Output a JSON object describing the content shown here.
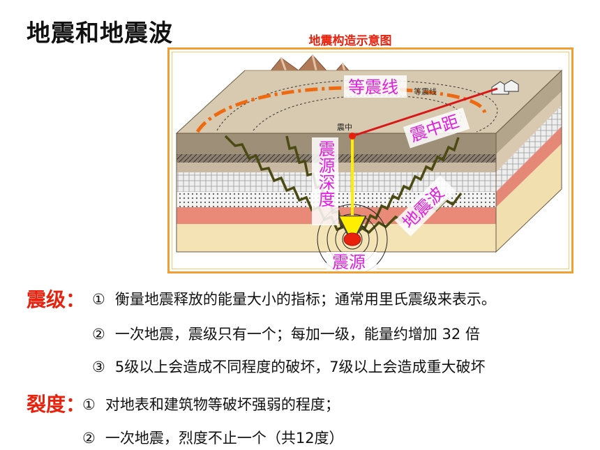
{
  "title": "地震和地震波",
  "diagram": {
    "caption": "地震构造示意图",
    "labels": {
      "isoseismal": "等震线",
      "isoseismal_small": "等震线",
      "epicenter_small": "震中",
      "epicentral_distance": "震中距",
      "focal_depth": "震源深度",
      "seismic_wave": "地震波",
      "focus": "震源"
    },
    "colors": {
      "label": "#e020e0",
      "arrow": "#ffee00",
      "focus": "#e8200c",
      "isoseismal_line": "#ee6a10",
      "distance_line": "#d81818"
    }
  },
  "magnitude": {
    "label": "震级：",
    "items": [
      {
        "num": "①",
        "text": "衡量地震释放的能量大小的指标；通常用里氏震级来表示。"
      },
      {
        "num": "②",
        "text": "一次地震，震级只有一个；每加一级，能量约增加 32 倍"
      },
      {
        "num": "③",
        "text": "5级以上会造成不同程度的破坏，7级以上会造成重大破坏"
      }
    ]
  },
  "intensity": {
    "label": "裂度：",
    "items": [
      {
        "num": "①",
        "text": "对地表和建筑物等破坏强弱的程度；"
      },
      {
        "num": "②",
        "text": "一次地震，烈度不止一个（共12度）"
      }
    ]
  }
}
